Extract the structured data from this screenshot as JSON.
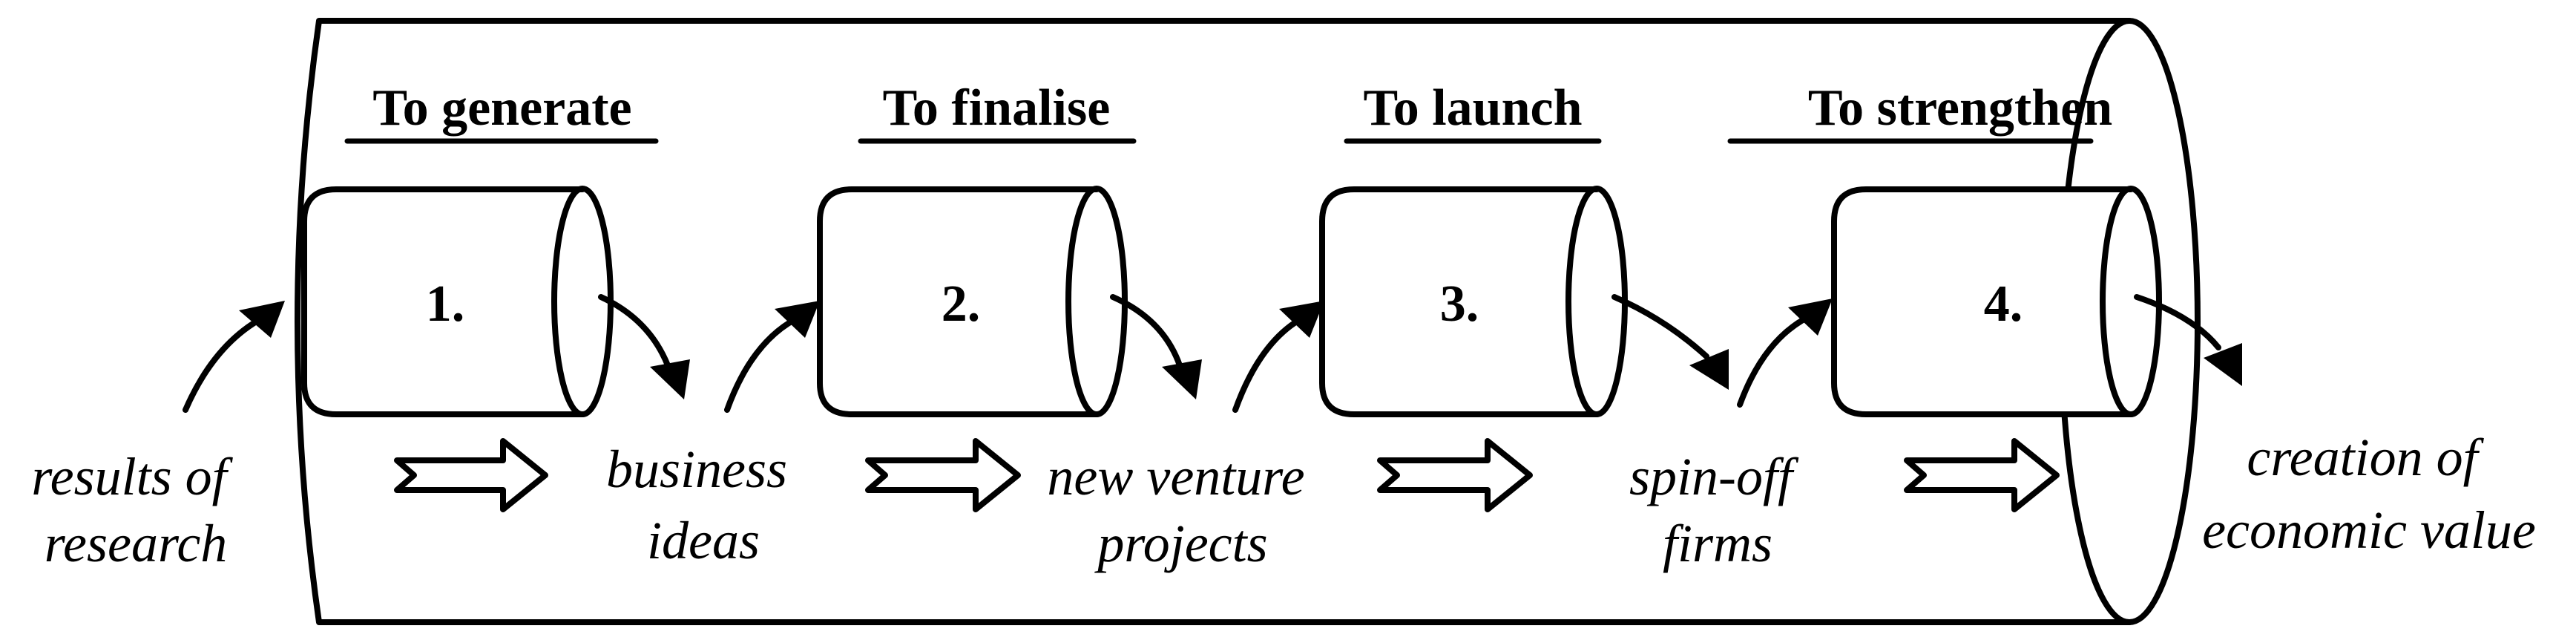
{
  "diagram": {
    "stages": [
      {
        "title": "To generate",
        "number": "1."
      },
      {
        "title": "To finalise",
        "number": "2."
      },
      {
        "title": "To launch",
        "number": "3."
      },
      {
        "title": "To strengthen",
        "number": "4."
      }
    ],
    "flow_labels": [
      [
        "results of",
        "research"
      ],
      [
        "business",
        "ideas"
      ],
      [
        "new venture",
        "projects"
      ],
      [
        "spin-off",
        "firms"
      ],
      [
        "creation of",
        "economic value"
      ]
    ],
    "colors": {
      "line": "#000000",
      "background": "#ffffff"
    }
  }
}
